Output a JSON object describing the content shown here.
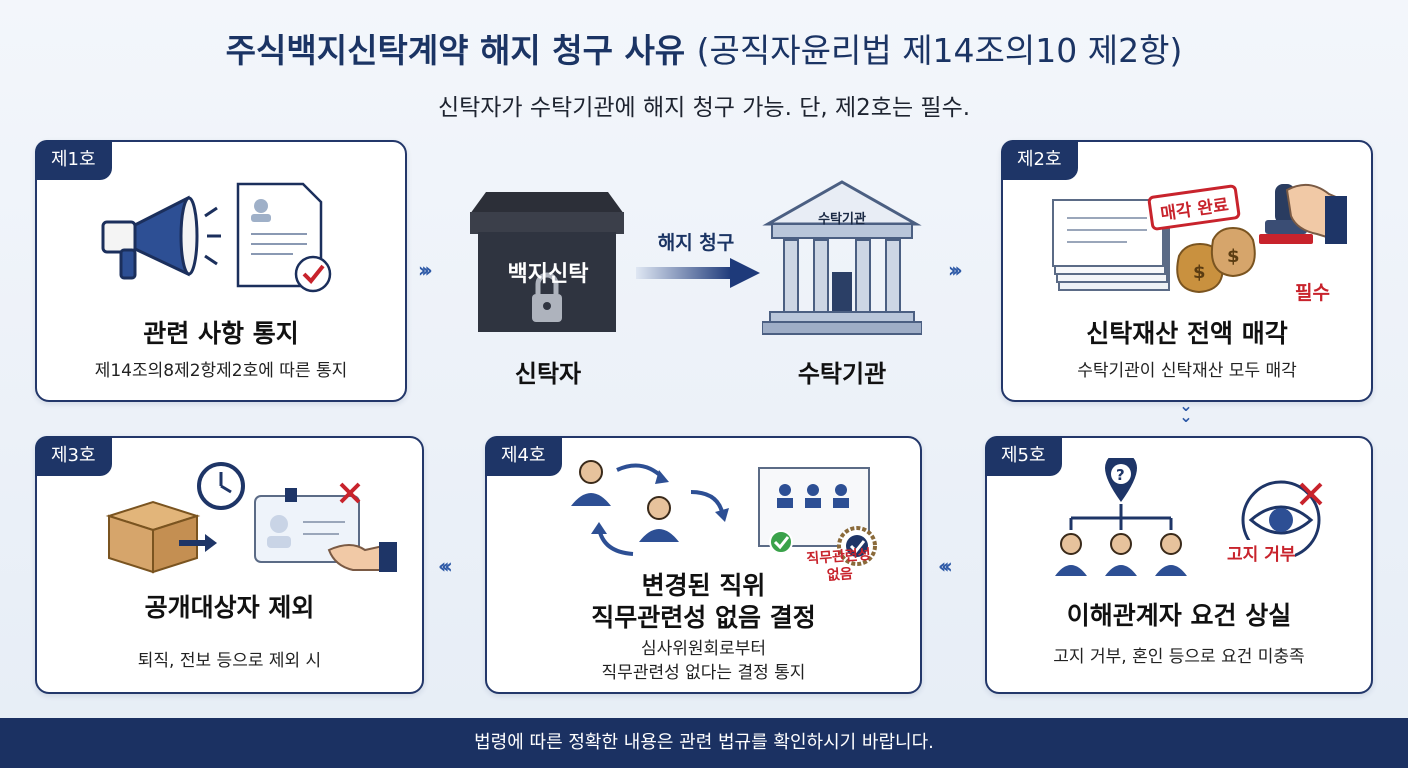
{
  "header": {
    "title": "주식백지신탁계약 해지 청구 사유",
    "title_ref": "(공직자윤리법 제14조의10 제2항)",
    "subtitle": "신탁자가 수탁기관에 해지 청구 가능. 단, 제2호는 필수."
  },
  "center": {
    "box_label": "백지신탁",
    "arrow_label": "해지 청구",
    "building_label": "수탁기관",
    "truster_caption": "신탁자",
    "trustee_caption": "수탁기관"
  },
  "cards": {
    "c1": {
      "tab": "제1호",
      "title": "관련 사항 통지",
      "desc": "제14조의8제2항제2호에 따른 통지"
    },
    "c2": {
      "tab": "제2호",
      "title": "신탁재산 전액 매각",
      "desc": "수탁기관이 신탁재산 모두 매각",
      "stamp": "매각 완료",
      "badge": "필수"
    },
    "c3": {
      "tab": "제3호",
      "title": "공개대상자 제외",
      "desc": "퇴직, 전보 등으로 제외 시"
    },
    "c4": {
      "tab": "제4호",
      "title_line1": "변경된 직위",
      "title_line2": "직무관련성 없음 결정",
      "desc_line1": "심사위원회로부터",
      "desc_line2": "직무관련성 없다는 결정 통지",
      "stamp_line1": "직무관련성",
      "stamp_line2": "없음"
    },
    "c5": {
      "tab": "제5호",
      "title": "이해관계자 요건 상실",
      "desc": "고지 거부, 혼인 등으로 요건 미충족",
      "badge": "고지 거부"
    }
  },
  "footer": {
    "text": "법령에 따른 정확한 내용은 관련 법규를 확인하시기 바랍니다."
  },
  "colors": {
    "navy": "#1e3567",
    "accent_red": "#c8232c",
    "blue": "#2e5aa7",
    "tan": "#d6a56b"
  }
}
